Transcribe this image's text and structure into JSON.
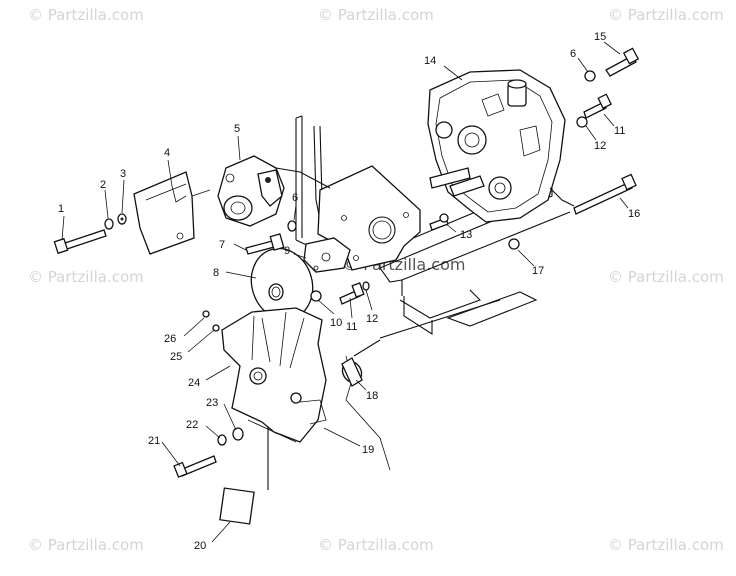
{
  "watermark": {
    "text": "© Partzilla.com"
  },
  "center_watermark": {
    "text": "© Partzilla.com"
  },
  "callouts": [
    "1",
    "2",
    "3",
    "4",
    "5",
    "6",
    "7",
    "8",
    "9",
    "10",
    "11",
    "12",
    "13",
    "14",
    "15",
    "6",
    "11",
    "12",
    "16",
    "17",
    "26",
    "25",
    "24",
    "23",
    "22",
    "21",
    "18",
    "19",
    "20"
  ],
  "colors": {
    "line": "#111111",
    "watermark": "#d4d4d4",
    "background": "#ffffff"
  }
}
